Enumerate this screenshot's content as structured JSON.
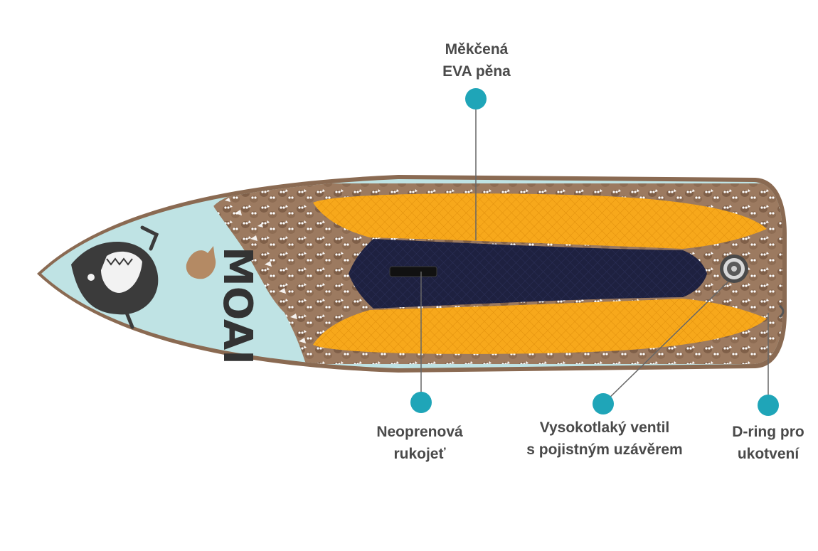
{
  "board": {
    "brand_text": "MOAI",
    "colors": {
      "background": "#ffffff",
      "board_mint": "#bfe3e4",
      "rail_brown": "#8a6a52",
      "pattern_brown": "#9c7a60",
      "pad_orange": "#f7a81b",
      "pad_navy": "#1e2140",
      "dot_teal": "#1fa5b8",
      "line_gray": "#666666",
      "label_gray": "#4a4a4a"
    }
  },
  "callouts": [
    {
      "id": "foam",
      "lines": [
        "Měkčená",
        "EVA pěna"
      ]
    },
    {
      "id": "handle",
      "lines": [
        "Neoprenová",
        "rukojeť"
      ]
    },
    {
      "id": "valve",
      "lines": [
        "Vysokotlaký ventil",
        "s pojistným uzávěrem"
      ]
    },
    {
      "id": "dring",
      "lines": [
        "D-ring pro",
        "ukotvení"
      ]
    }
  ]
}
